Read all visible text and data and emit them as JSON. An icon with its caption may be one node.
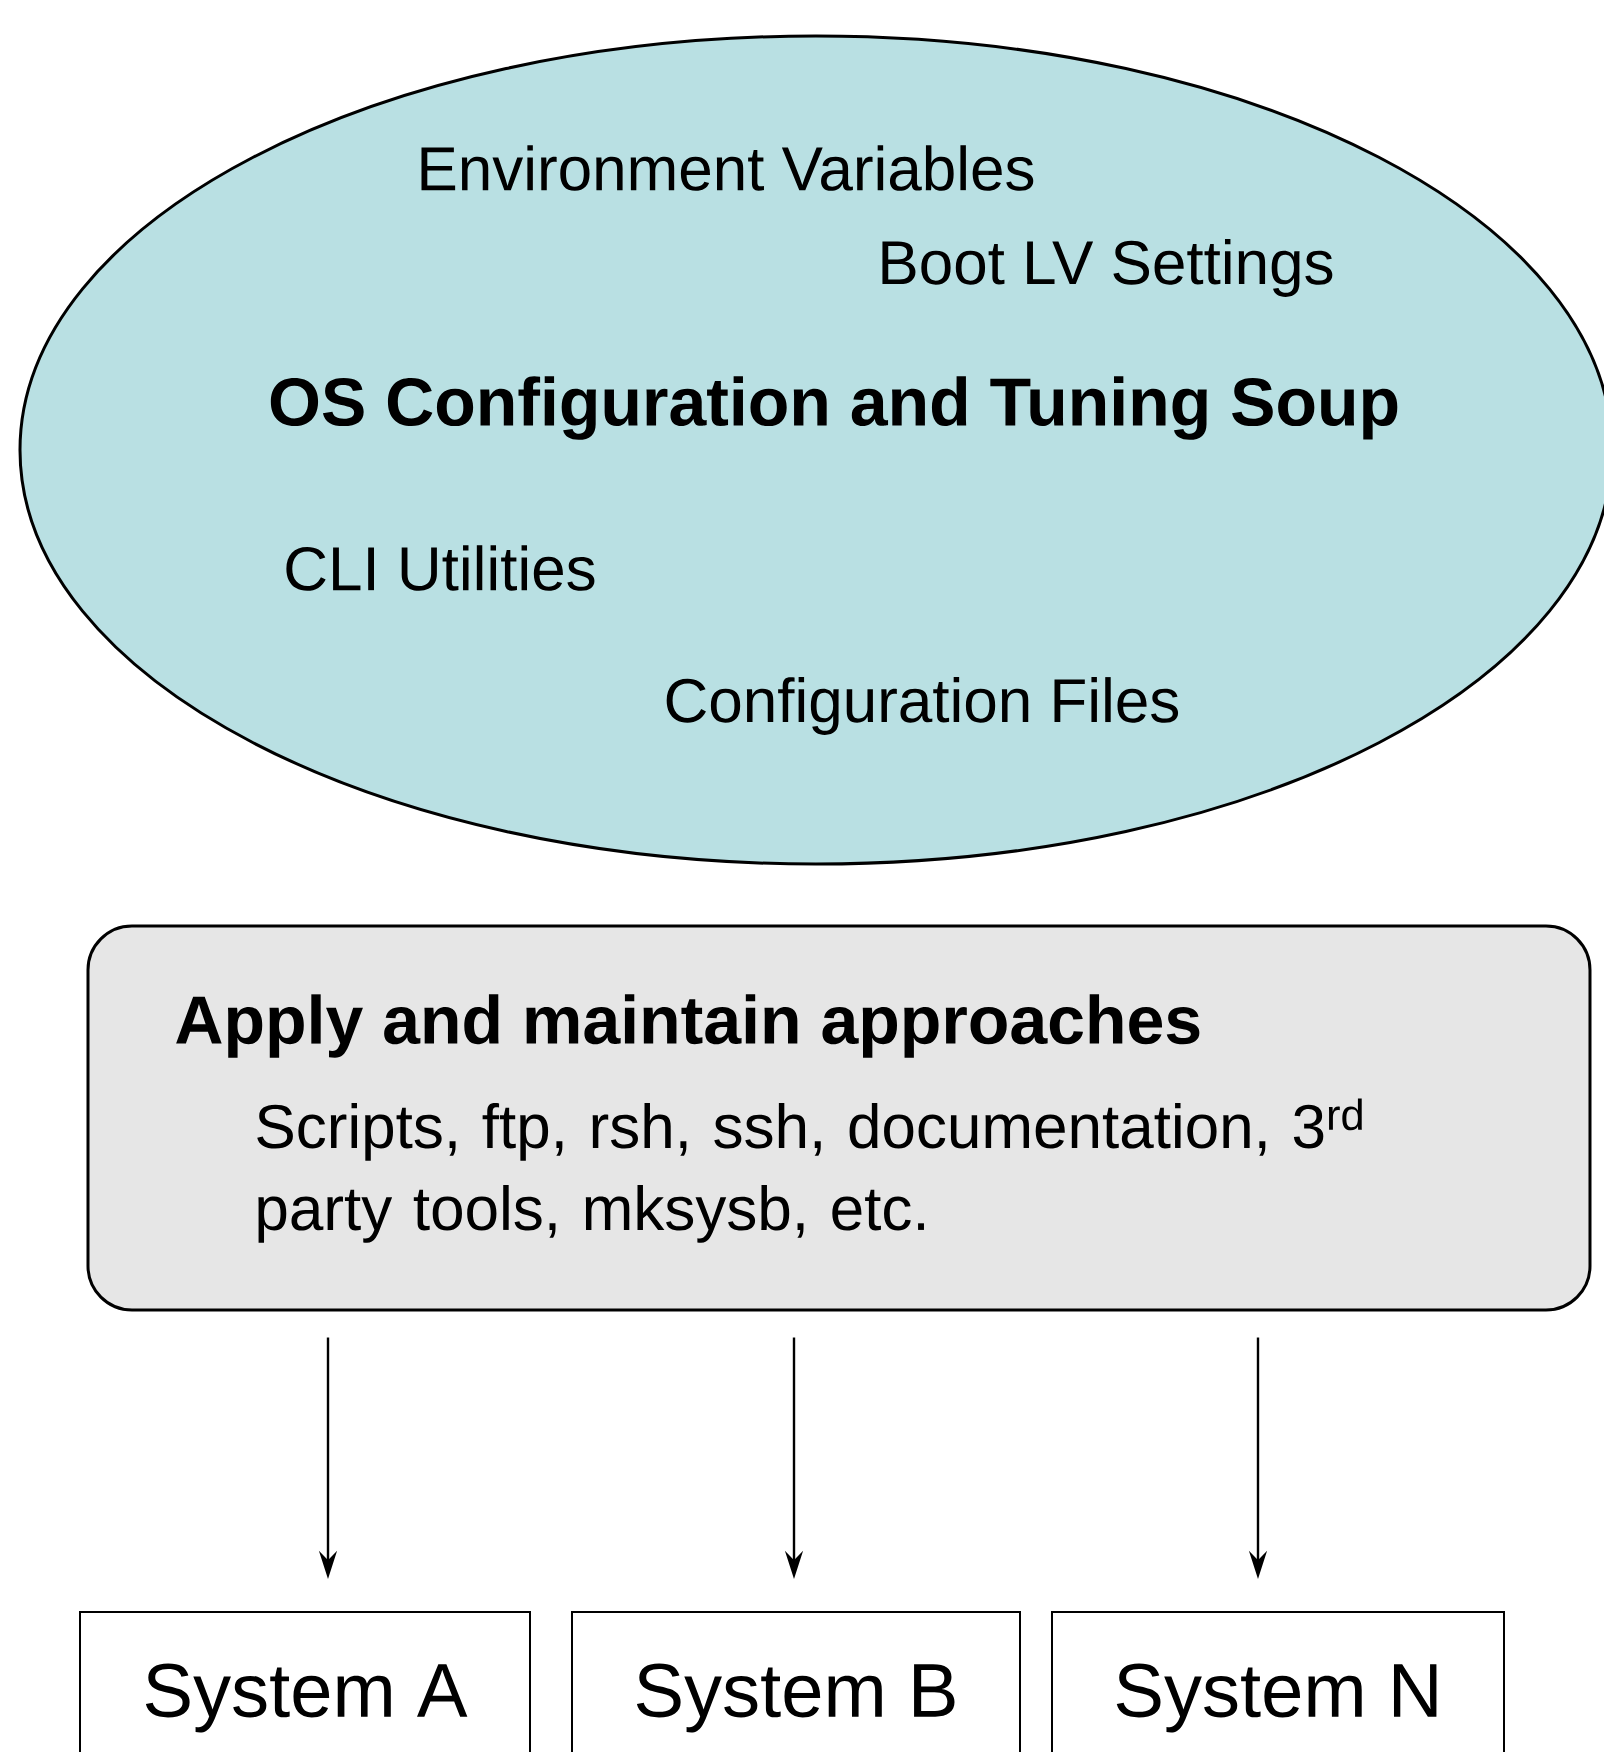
{
  "diagram": {
    "nodes": [
      {
        "text": [
          "Environment Variables",
          "Boot LV Settings",
          "OS Configuration and Tuning Soup",
          "CLI Utilities",
          "Configuration Files"
        ]
      },
      {
        "text": [
          "Apply and maintain approaches",
          "Scripts, ftp, rsh, ssh, documentation, 3$^{rd}$ party tools, mksysb, etc."
        ]
      },
      {
        "text": [
          "System A"
        ]
      },
      {
        "text": [
          "System B"
        ]
      },
      {
        "text": [
          "System N"
        ]
      }
    ],
    "edges": [
      {
        "from": 1,
        "to": 2,
        "arrow": "to"
      },
      {
        "from": 1,
        "to": 3,
        "arrow": "to"
      },
      {
        "from": 1,
        "to": 4,
        "arrow": "to"
      }
    ]
  }
}
